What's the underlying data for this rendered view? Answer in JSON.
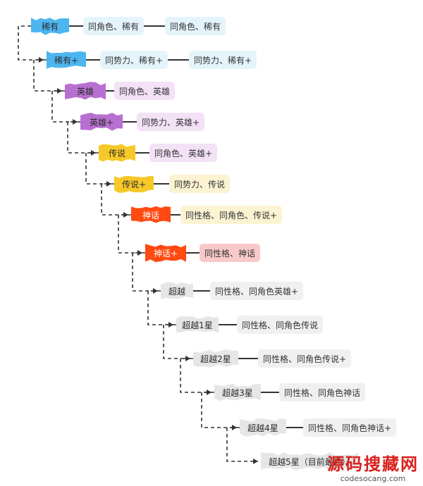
{
  "colors": {
    "rare": "#4db6f0",
    "hero": "#b870d0",
    "legend": "#f6c928",
    "myth": "#ff4a12",
    "transcend": "#e6e6e6",
    "req_rare": "#e5f4fb",
    "req_hero": "#f3e1f6",
    "req_legend": "#fcf3d3",
    "req_myth": "#f9c9c9",
    "req_transcend": "#f0f0f0",
    "line": "#333333",
    "watermark": "#d9201c"
  },
  "tiers": [
    {
      "name": "稀有",
      "color": "rare",
      "dark": false,
      "requirements": [
        {
          "text": "同角色、稀有",
          "color": "req_rare"
        },
        {
          "text": "同角色、稀有",
          "color": "req_rare"
        }
      ]
    },
    {
      "name": "稀有+",
      "color": "rare",
      "dark": false,
      "requirements": [
        {
          "text": "同势力、稀有+",
          "color": "req_rare"
        },
        {
          "text": "同势力、稀有+",
          "color": "req_rare"
        }
      ]
    },
    {
      "name": "英雄",
      "color": "hero",
      "dark": false,
      "requirements": [
        {
          "text": "同角色、英雄",
          "color": "req_hero"
        }
      ]
    },
    {
      "name": "英雄+",
      "color": "hero",
      "dark": false,
      "requirements": [
        {
          "text": "同势力、英雄+",
          "color": "req_hero"
        }
      ]
    },
    {
      "name": "传说",
      "color": "legend",
      "dark": false,
      "requirements": [
        {
          "text": "同角色、英雄+",
          "color": "req_hero"
        }
      ]
    },
    {
      "name": "传说+",
      "color": "legend",
      "dark": false,
      "requirements": [
        {
          "text": "同势力、传说",
          "color": "req_legend"
        }
      ]
    },
    {
      "name": "神话",
      "color": "myth",
      "dark": true,
      "requirements": [
        {
          "text": "同性格、同角色、传说+",
          "color": "req_legend"
        }
      ]
    },
    {
      "name": "神话+",
      "color": "myth",
      "dark": true,
      "requirements": [
        {
          "text": "同性格、神话",
          "color": "req_myth"
        }
      ]
    },
    {
      "name": "超越",
      "color": "transcend",
      "dark": false,
      "requirements": [
        {
          "text": "同性格、同角色英雄+",
          "color": "req_transcend"
        }
      ]
    },
    {
      "name": "超越1星",
      "color": "transcend",
      "dark": false,
      "requirements": [
        {
          "text": "同性格、同角色传说",
          "color": "req_transcend"
        }
      ]
    },
    {
      "name": "超越2星",
      "color": "transcend",
      "dark": false,
      "requirements": [
        {
          "text": "同性格、同角色传说+",
          "color": "req_transcend"
        }
      ]
    },
    {
      "name": "超越3星",
      "color": "transcend",
      "dark": false,
      "requirements": [
        {
          "text": "同性格、同角色神话",
          "color": "req_transcend"
        }
      ]
    },
    {
      "name": "超越4星",
      "color": "transcend",
      "dark": false,
      "requirements": [
        {
          "text": "同性格、同角色神话+",
          "color": "req_transcend"
        }
      ]
    },
    {
      "name": "超越5星（目前最高）",
      "color": "transcend",
      "dark": false,
      "requirements": []
    }
  ],
  "watermark": {
    "main": "源码搜藏网",
    "sub": "codesocang.com"
  }
}
